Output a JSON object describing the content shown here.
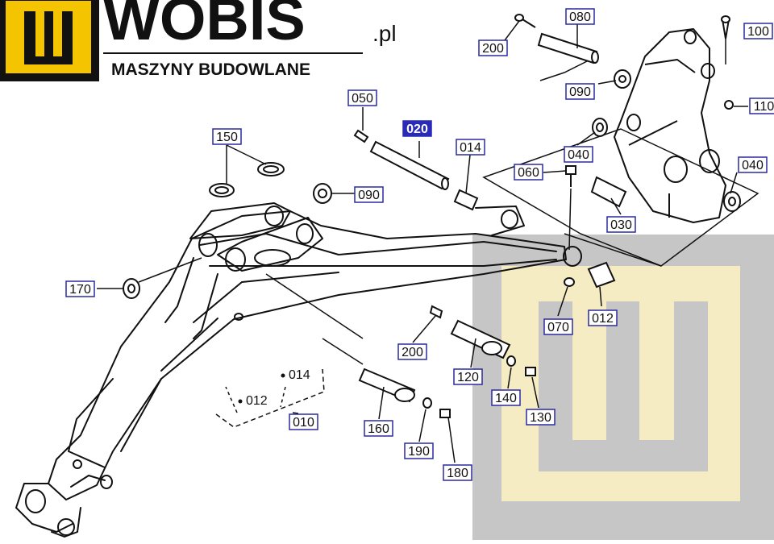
{
  "brand": {
    "name": "WOBIS",
    "domain_suffix": ".pl",
    "tagline": "MASZYNY BUDOWLANE",
    "colors": {
      "yellow": "#f5c400",
      "black": "#111111",
      "watermark_gray": "#c8c8c8",
      "watermark_cream": "#f7edc6"
    }
  },
  "diagram": {
    "highlight_color": "#2a2ab8",
    "part_labels": [
      {
        "id": "p080",
        "text": "080"
      },
      {
        "id": "p100",
        "text": "100"
      },
      {
        "id": "p200a",
        "text": "200"
      },
      {
        "id": "p090a",
        "text": "090"
      },
      {
        "id": "p110",
        "text": "110"
      },
      {
        "id": "p050",
        "text": "050"
      },
      {
        "id": "p020",
        "text": "020",
        "highlighted": true
      },
      {
        "id": "p014a",
        "text": "014"
      },
      {
        "id": "p040a",
        "text": "040"
      },
      {
        "id": "p060",
        "text": "060"
      },
      {
        "id": "p040b",
        "text": "040"
      },
      {
        "id": "p150",
        "text": "150"
      },
      {
        "id": "p090b",
        "text": "090"
      },
      {
        "id": "p030",
        "text": "030"
      },
      {
        "id": "p170",
        "text": "170"
      },
      {
        "id": "p070",
        "text": "070"
      },
      {
        "id": "p012a",
        "text": "012"
      },
      {
        "id": "p200b",
        "text": "200"
      },
      {
        "id": "p120",
        "text": "120"
      },
      {
        "id": "p140",
        "text": "140"
      },
      {
        "id": "p130",
        "text": "130"
      },
      {
        "id": "p160",
        "text": "160"
      },
      {
        "id": "p190",
        "text": "190"
      },
      {
        "id": "p180",
        "text": "180"
      },
      {
        "id": "p010",
        "text": "010"
      }
    ],
    "plain_labels": [
      {
        "id": "t014",
        "text": "014"
      },
      {
        "id": "t012",
        "text": "012"
      }
    ]
  }
}
